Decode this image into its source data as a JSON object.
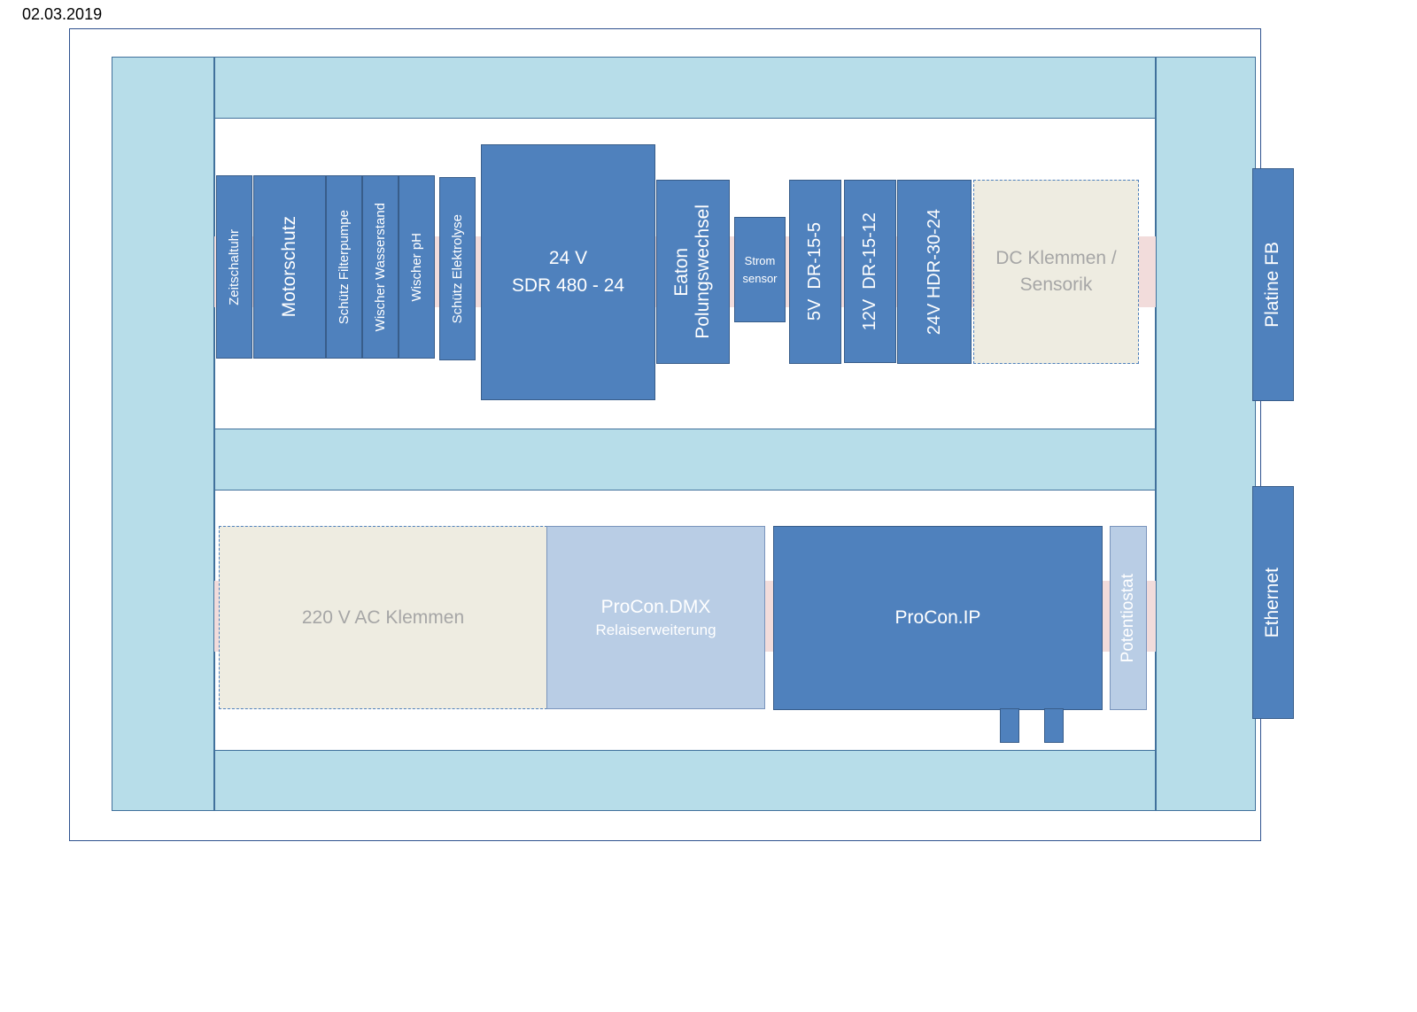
{
  "header": {
    "date": "02.03.2019"
  },
  "top_row": {
    "zeitschaltuhr": "Zeitschaltuhr",
    "motorschutz": "Motorschutz",
    "schuetz_filterpumpe": "Schütz Filterpumpe",
    "wischer_wasserstand": "Wischer Wasserstand",
    "wischer_ph": "Wischer pH",
    "schuetz_elektrolyse": "Schütz Elektrolyse",
    "psu_main_line1": "24 V",
    "psu_main_line2": "SDR 480 - 24",
    "eaton_line1": "Eaton",
    "eaton_line2": "Polungswechsel",
    "strom_line1": "Strom",
    "strom_line2": "sensor",
    "psu_5v": "5V  DR-15-5",
    "psu_12v": "12V  DR-15-12",
    "psu_24v": "24V HDR-30-24",
    "dc_klemmen_line1": "DC Klemmen /",
    "dc_klemmen_line2": "Sensorik"
  },
  "bottom_row": {
    "ac_klemmen": "220 V AC Klemmen",
    "procon_dmx": "ProCon.DMX",
    "procon_dmx_sub": "Relaiserweiterung",
    "procon_ip": "ProCon.IP",
    "potentiostat": "Potentiostat"
  },
  "side": {
    "platine_fb": "Platine FB",
    "ethernet": "Ethernet"
  },
  "colors": {
    "module": "#4f81bd",
    "module_light": "#b9cde5",
    "rail": "#b7dde9",
    "terminal": "#eeece1",
    "din_strip": "#f2dcdb"
  }
}
